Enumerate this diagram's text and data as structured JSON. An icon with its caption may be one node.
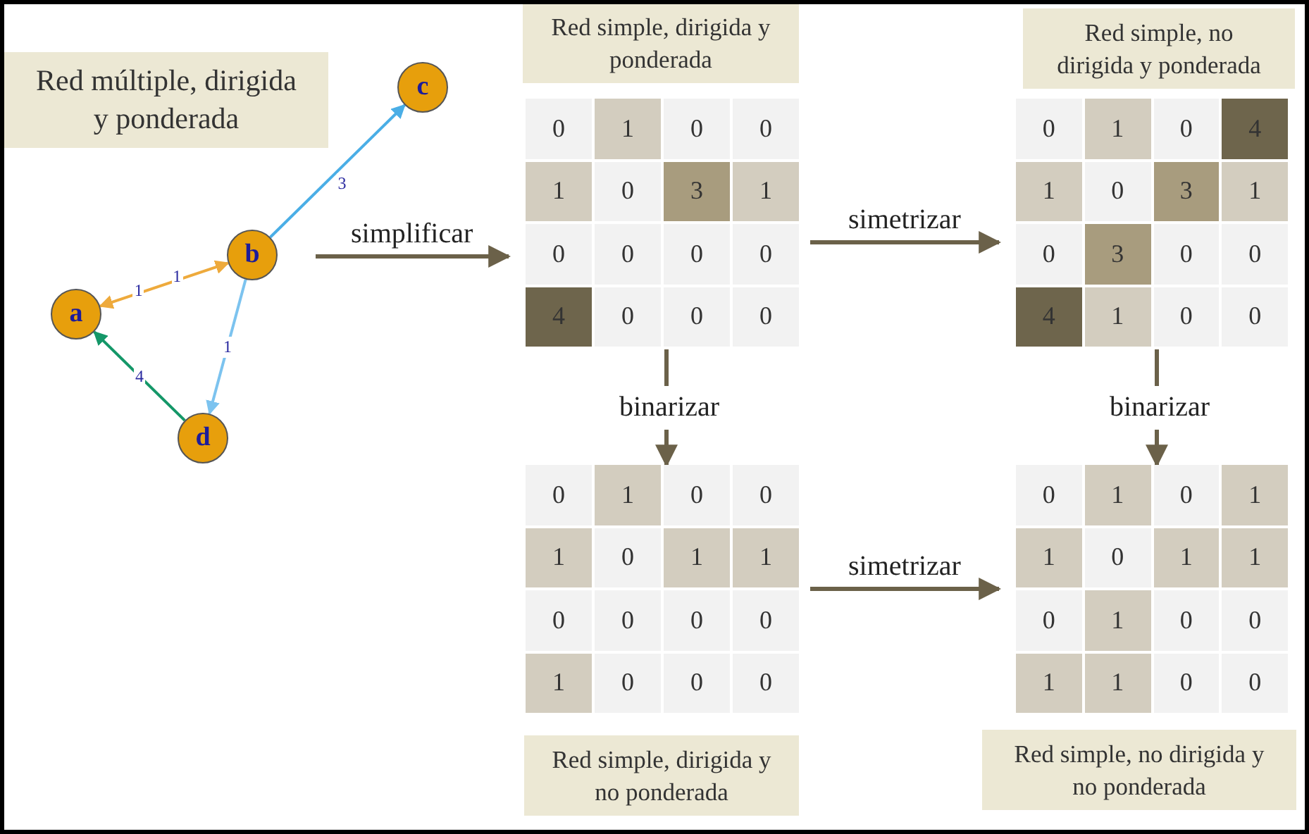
{
  "diagram": {
    "nodes": [
      {
        "text": [
          "Red múltiple, dirigida y ponderada"
        ]
      },
      {
        "text": [
          "a"
        ]
      },
      {
        "text": [
          "b"
        ]
      },
      {
        "text": [
          "c"
        ]
      },
      {
        "text": [
          "d"
        ]
      },
      {
        "text": [
          "Red simple, dirigida y ponderada"
        ]
      },
      {
        "text": [
          "Red simple, no dirigida y ponderada"
        ]
      },
      {
        "text": [
          "0",
          "1",
          "0",
          "0",
          "1",
          "0",
          "3",
          "1",
          "0",
          "0",
          "0",
          "0",
          "4",
          "0",
          "0",
          "0"
        ]
      },
      {
        "text": [
          "0",
          "1",
          "0",
          "4",
          "1",
          "0",
          "3",
          "1",
          "0",
          "3",
          "0",
          "0",
          "4",
          "1",
          "0",
          "0"
        ]
      },
      {
        "text": [
          "0",
          "1",
          "0",
          "0",
          "1",
          "0",
          "1",
          "1",
          "0",
          "0",
          "0",
          "0",
          "1",
          "0",
          "0",
          "0"
        ]
      },
      {
        "text": [
          "0",
          "1",
          "0",
          "1",
          "1",
          "0",
          "1",
          "1",
          "0",
          "1",
          "0",
          "0",
          "1",
          "1",
          "0",
          "0"
        ]
      },
      {
        "text": [
          "Red simple, dirigida y no ponderada"
        ]
      },
      {
        "text": [
          "Red simple, no dirigida y no ponderada"
        ]
      }
    ],
    "edges": [
      {
        "from": 2,
        "to": 3,
        "arrow": "to",
        "label": "3",
        "color": "#4aaee6"
      },
      {
        "from": 1,
        "to": 2,
        "arrow": "both",
        "label": "1",
        "color": "#eeaa3c"
      },
      {
        "from": 2,
        "to": 4,
        "arrow": "to",
        "label": "1",
        "color": "#7cc3ef"
      },
      {
        "from": 4,
        "to": 1,
        "arrow": "to",
        "label": "4",
        "color": "#149768"
      },
      {
        "from": null,
        "to": 7,
        "arrow": "to",
        "label": "simplificar"
      },
      {
        "from": 7,
        "to": 8,
        "arrow": "to",
        "label": "simetrizar"
      },
      {
        "from": 7,
        "to": 9,
        "arrow": "to",
        "label": "binarizar"
      },
      {
        "from": 8,
        "to": 10,
        "arrow": "to",
        "label": "binarizar"
      },
      {
        "from": 9,
        "to": 10,
        "arrow": "to",
        "label": "simetrizar"
      }
    ],
    "labels": [
      "1"
    ]
  }
}
